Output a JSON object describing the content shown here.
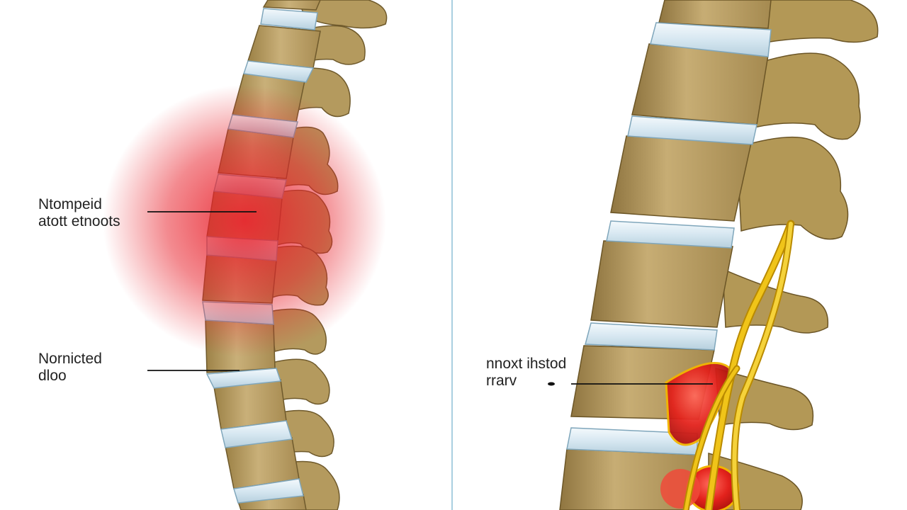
{
  "panels": [
    {
      "name": "left-panel",
      "labels": [
        {
          "lines": [
            "Ntompeid",
            "atott etnoots"
          ]
        },
        {
          "lines": [
            "Nornicted",
            "dloo"
          ]
        }
      ]
    },
    {
      "name": "right-panel",
      "labels": [
        {
          "lines": [
            "nnoxt ihstod",
            "rrarv"
          ]
        }
      ]
    }
  ],
  "colors": {
    "background": "#ffffff",
    "divider": "#a9cfe0",
    "bone": "#b59a5c",
    "bone_light": "#d2bb82",
    "bone_dark": "#7a6433",
    "disc": "#dbeaf2",
    "disc_outline": "#7fa6bb",
    "inflammation": "#e8202a",
    "nerve": "#f0c419",
    "nerve_outline": "#b98a00",
    "herniation": "#e02a25",
    "leader_line": "#111111"
  }
}
